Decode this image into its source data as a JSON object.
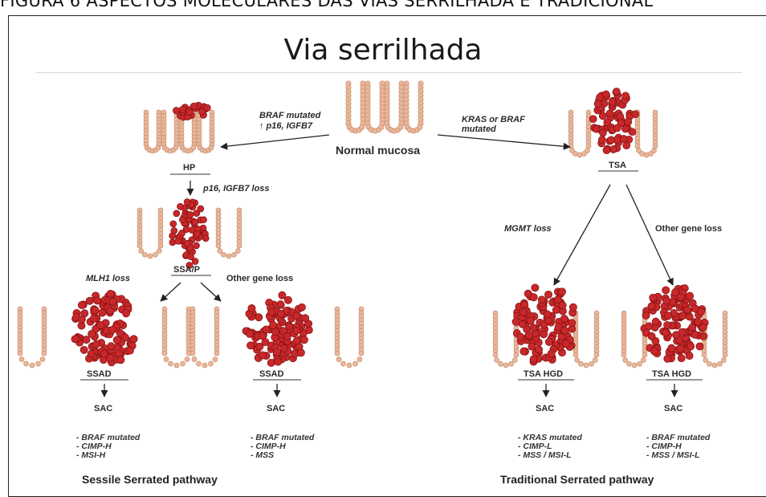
{
  "top_caption": "FIGURA 6 ASPECTOS MOLECULARES DAS VIAS SERRILHADA E TRADICIONAL",
  "title": "Via serrilhada",
  "normal": "Normal mucosa",
  "stages": {
    "hp": "HP",
    "ssap": "SSA/P",
    "ssad1": "SSAD",
    "ssad2": "SSAD",
    "tsa": "TSA",
    "tsahgd1": "TSA HGD",
    "tsahgd2": "TSA HGD",
    "sac1": "SAC",
    "sac2": "SAC",
    "sac3": "SAC",
    "sac4": "SAC"
  },
  "annotations": {
    "braf_top_1": "BRAF mutated",
    "braf_top_2": "↑ p16, IGFB7",
    "kras_1": "KRAS or BRAF",
    "kras_2": "mutated",
    "p16_loss": "p16, IGFB7 loss",
    "mlh1_loss": "MLH1 loss",
    "other_left": "Other gene loss",
    "mgmt_loss": "MGMT loss",
    "other_right": "Other gene loss"
  },
  "features": {
    "col1": [
      "- BRAF mutated",
      "- CIMP-H",
      "- MSI-H"
    ],
    "col2": [
      "- BRAF mutated",
      "- CIMP-H",
      "- MSS"
    ],
    "col3": [
      "- KRAS mutated",
      "- CIMP-L",
      "- MSS / MSI-L"
    ],
    "col4": [
      "- BRAF mutated",
      "- CIMP-H",
      "- MSS / MSI-L"
    ]
  },
  "pathways": {
    "left": "Sessile Serrated pathway",
    "right": "Traditional Serrated pathway"
  },
  "colors": {
    "crypt": "#e9b89c",
    "crypt_edge": "#c98a6a",
    "lesion": "#c8282a",
    "lesion_edge": "#7d0f10"
  }
}
